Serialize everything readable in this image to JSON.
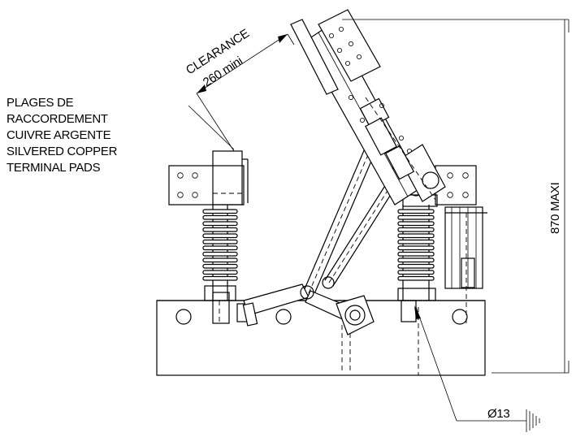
{
  "labels": {
    "terminal_pads_fr_1": "PLAGES DE",
    "terminal_pads_fr_2": "RACCORDEMENT",
    "terminal_pads_fr_3": "CUIVRE ARGENTE",
    "terminal_pads_en_1": "SILVERED COPPER",
    "terminal_pads_en_2": "TERMINAL PADS",
    "clearance": "CLEARANCE",
    "clearance_value": "260 mini",
    "height_max": "870 MAXI",
    "hole_diameter": "Ø13"
  },
  "icons": {
    "earth": "earth-ground-icon"
  }
}
